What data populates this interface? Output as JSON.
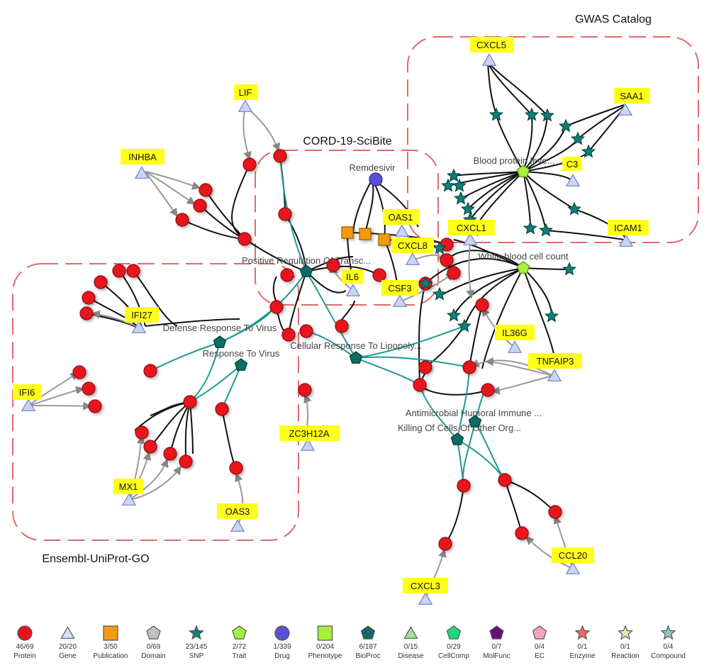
{
  "regions": {
    "gwas": "GWAS Catalog",
    "cord": "CORD-19-SciBite",
    "ensembl": "Ensembl-UniProt-GO"
  },
  "genes": [
    "CXCL5",
    "SAA1",
    "C3",
    "ICAM1",
    "LIF",
    "INHBA",
    "OAS1",
    "CXCL1",
    "CXCL8",
    "IL6",
    "CSF3",
    "IFI27",
    "IFI6",
    "IL36G",
    "TNFAIP3",
    "ZC3H12A",
    "MX1",
    "OAS3",
    "CCL20",
    "CXCL3"
  ],
  "hubs": {
    "drug": "Remdesivir",
    "trait_blood_protein": "Blood protein leve...",
    "trait_wbc": "White blood cell count",
    "bp_positive_regulation": "Positive Regulation Of Transc...",
    "bp_defense": "Defense Response To Virus",
    "bp_response_virus": "Response To Virus",
    "bp_lipopoly": "Cellular Response To Lipopoly...",
    "bp_antimicrobial": "Antimicrobial Humoral Immune ...",
    "bp_killing": "Killing Of Cells Of Other Org..."
  },
  "legend": [
    {
      "count": "46/69",
      "name": "Protein",
      "icon": "circle",
      "color": "#e8121f"
    },
    {
      "count": "20/20",
      "name": "Gene",
      "icon": "triangle",
      "color": "#d5e4f5"
    },
    {
      "count": "3/50",
      "name": "Publication",
      "icon": "square",
      "color": "#f59a0e"
    },
    {
      "count": "0/69",
      "name": "Domain",
      "icon": "pentagon",
      "color": "#c0c0c0"
    },
    {
      "count": "23/145",
      "name": "SNP",
      "icon": "star",
      "color": "#0e7f7a"
    },
    {
      "count": "2/72",
      "name": "Trait",
      "icon": "pentagon",
      "color": "#a7f03a"
    },
    {
      "count": "1/339",
      "name": "Drug",
      "icon": "circle",
      "color": "#5b4fd6"
    },
    {
      "count": "0/204",
      "name": "Phenotype",
      "icon": "square",
      "color": "#a7f03a"
    },
    {
      "count": "6/187",
      "name": "BioProc",
      "icon": "pentagon",
      "color": "#0e6b63"
    },
    {
      "count": "0/15",
      "name": "Disease",
      "icon": "triangle",
      "color": "#9fe39a"
    },
    {
      "count": "0/29",
      "name": "CellComp",
      "icon": "pentagon",
      "color": "#1ed97a"
    },
    {
      "count": "0/7",
      "name": "MolFunc",
      "icon": "pentagon",
      "color": "#6b0a7a"
    },
    {
      "count": "0/4",
      "name": "EC",
      "icon": "pentagon",
      "color": "#f4a3bf"
    },
    {
      "count": "0/1",
      "name": "Enzyme",
      "icon": "star",
      "color": "#f06a5c"
    },
    {
      "count": "0/1",
      "name": "Reaction",
      "icon": "star",
      "color": "#d6f0b4"
    },
    {
      "count": "0/4",
      "name": "Compound",
      "icon": "star",
      "color": "#8fc9c6"
    }
  ]
}
